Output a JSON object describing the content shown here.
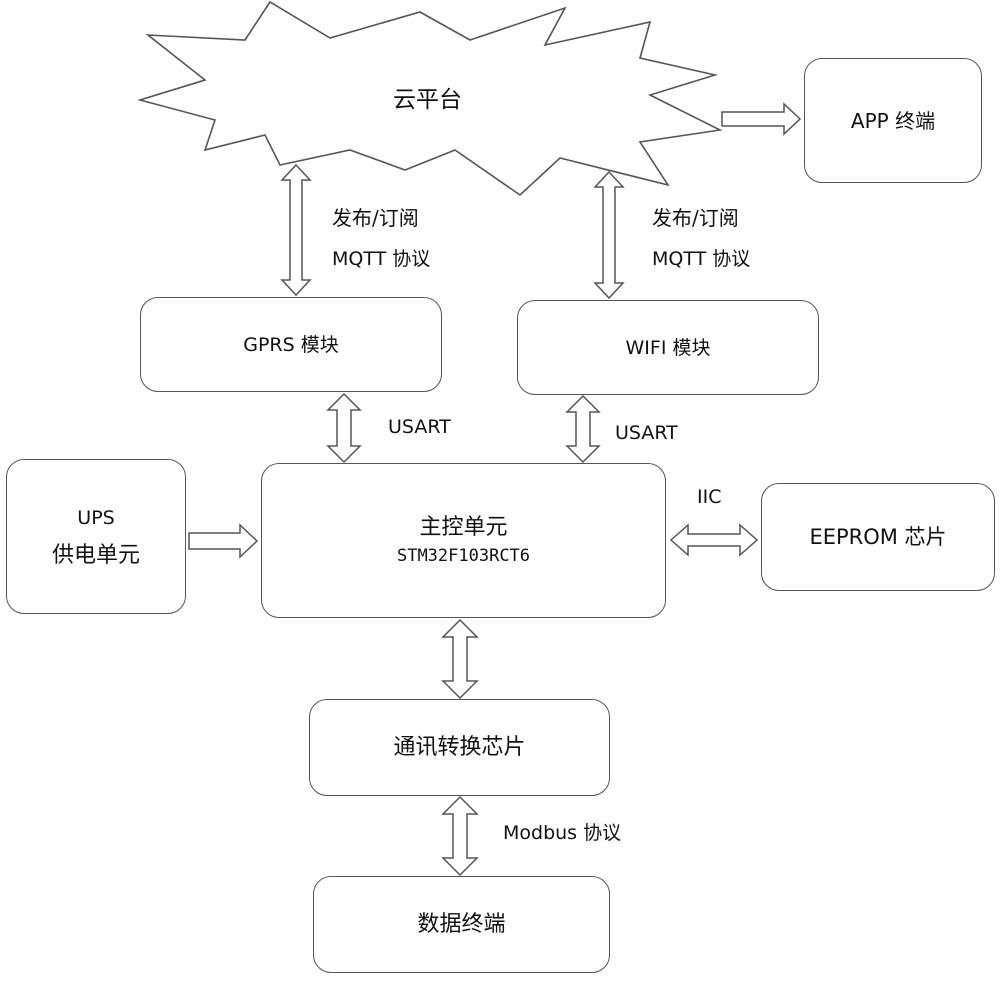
{
  "cloud": {
    "label": "云平台"
  },
  "nodes": {
    "app": {
      "label": "APP 终端"
    },
    "gprs": {
      "label": "GPRS 模块"
    },
    "wifi": {
      "label": "WIFI 模块"
    },
    "ups": {
      "line1": "UPS",
      "line2": "供电单元"
    },
    "mcu": {
      "label": "主控单元",
      "chip": "STM32F103RCT6"
    },
    "eeprom": {
      "label": "EEPROM 芯片"
    },
    "comm": {
      "label": "通讯转换芯片"
    },
    "terminal": {
      "label": "数据终端"
    }
  },
  "edges": {
    "gprs_cloud": {
      "line1": "发布/订阅",
      "line2": "MQTT 协议"
    },
    "wifi_cloud": {
      "line1": "发布/订阅",
      "line2": "MQTT 协议"
    },
    "gprs_mcu": {
      "label": "USART"
    },
    "wifi_mcu": {
      "label": "USART"
    },
    "mcu_eeprom": {
      "label": "IIC"
    },
    "comm_terminal": {
      "label": "Modbus 协议"
    }
  }
}
